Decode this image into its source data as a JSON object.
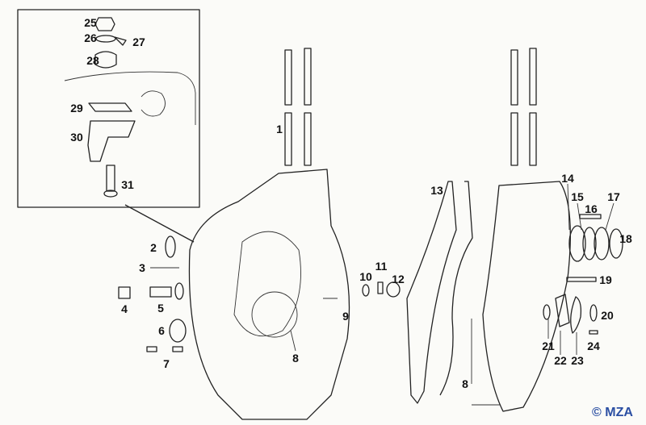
{
  "diagram": {
    "title": "Crankcase exploded parts view",
    "inset_labels": [
      "25",
      "26",
      "27",
      "28",
      "29",
      "30",
      "31"
    ],
    "labels": {
      "p1": "1",
      "p2": "2",
      "p3": "3",
      "p4": "4",
      "p5": "5",
      "p6": "6",
      "p7": "7",
      "p8a": "8",
      "p8b": "8",
      "p9": "9",
      "p10": "10",
      "p11": "11",
      "p12": "12",
      "p13": "13",
      "p14": "14",
      "p15": "15",
      "p16": "16",
      "p17": "17",
      "p18": "18",
      "p19": "19",
      "p20": "20",
      "p21": "21",
      "p22": "22",
      "p23": "23",
      "p24": "24",
      "p25": "25",
      "p26": "26",
      "p27": "27",
      "p28": "28",
      "p29": "29",
      "p30": "30",
      "p31": "31"
    },
    "copyright": "© MZA",
    "copyright_color": "#2b4fa3"
  }
}
